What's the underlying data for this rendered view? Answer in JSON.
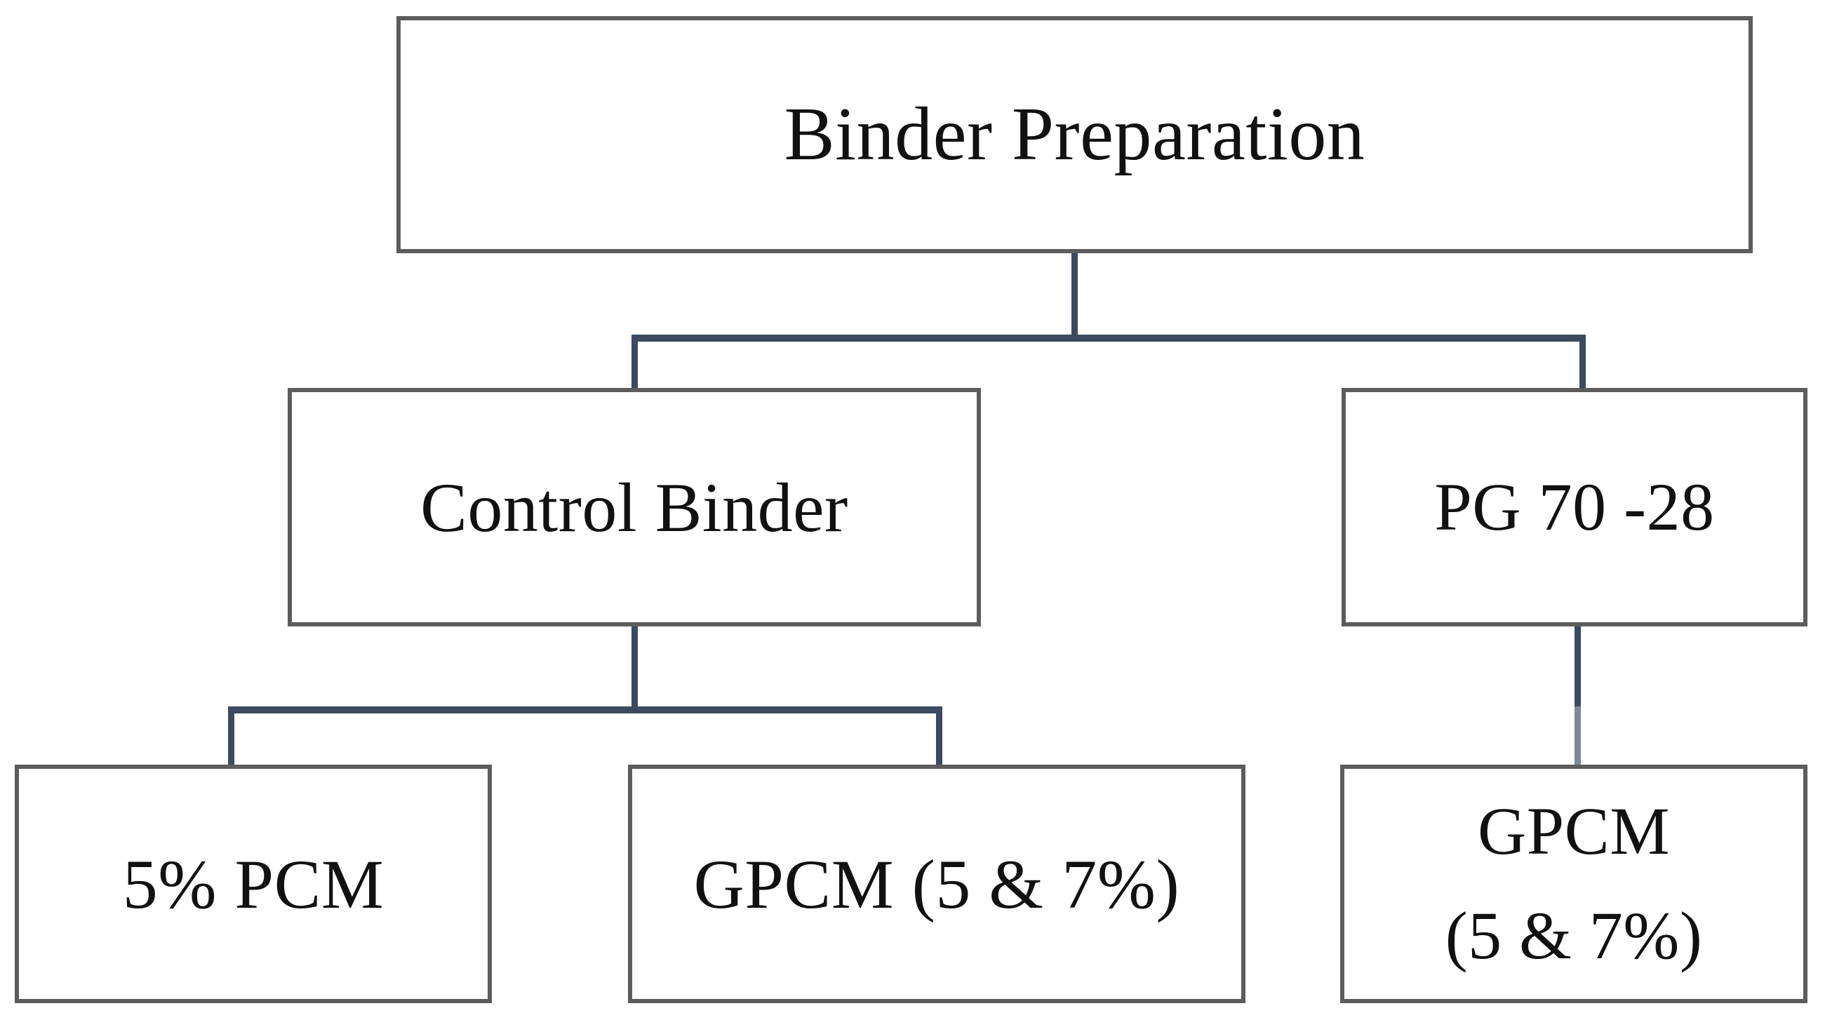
{
  "diagram": {
    "title_text": "Binder Preparation",
    "type": "flowchart",
    "orientation": "top-down",
    "colors": {
      "node_border": "#5c5c5c",
      "node_fill": "#ffffff",
      "connector": "#3b4a5e",
      "connector_soft": "#7d8a9c",
      "text": "#111111"
    },
    "nodes": {
      "root": {
        "label": "Binder Preparation",
        "level": 0
      },
      "control_binder": {
        "label": "Control Binder",
        "level": 1
      },
      "pg_70_28": {
        "label": "PG 70 -28",
        "level": 1
      },
      "pcm_5": {
        "label": "5% PCM",
        "level": 2
      },
      "gpcm_control": {
        "label": "GPCM (5 & 7%)",
        "level": 2
      },
      "gpcm_pg": {
        "label": "GPCM\n(5 & 7%)",
        "level": 2
      }
    },
    "edges": [
      {
        "from": "root",
        "to": "control_binder"
      },
      {
        "from": "root",
        "to": "pg_70_28"
      },
      {
        "from": "control_binder",
        "to": "pcm_5"
      },
      {
        "from": "control_binder",
        "to": "gpcm_control"
      },
      {
        "from": "pg_70_28",
        "to": "gpcm_pg"
      }
    ]
  }
}
